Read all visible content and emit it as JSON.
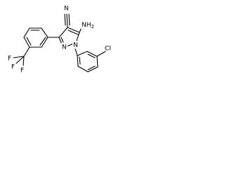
{
  "labels": {
    "amino": "NH",
    "amino_sub": "2",
    "ring_n1": "N",
    "ring_n2": "N",
    "nitrile_n": "N",
    "chloro": "Cl",
    "fluorine_a": "F",
    "fluorine_b": "F",
    "fluorine_c": "F"
  },
  "colors": {
    "bond": "#000000",
    "text": "#000000",
    "background": "#ffffff"
  }
}
